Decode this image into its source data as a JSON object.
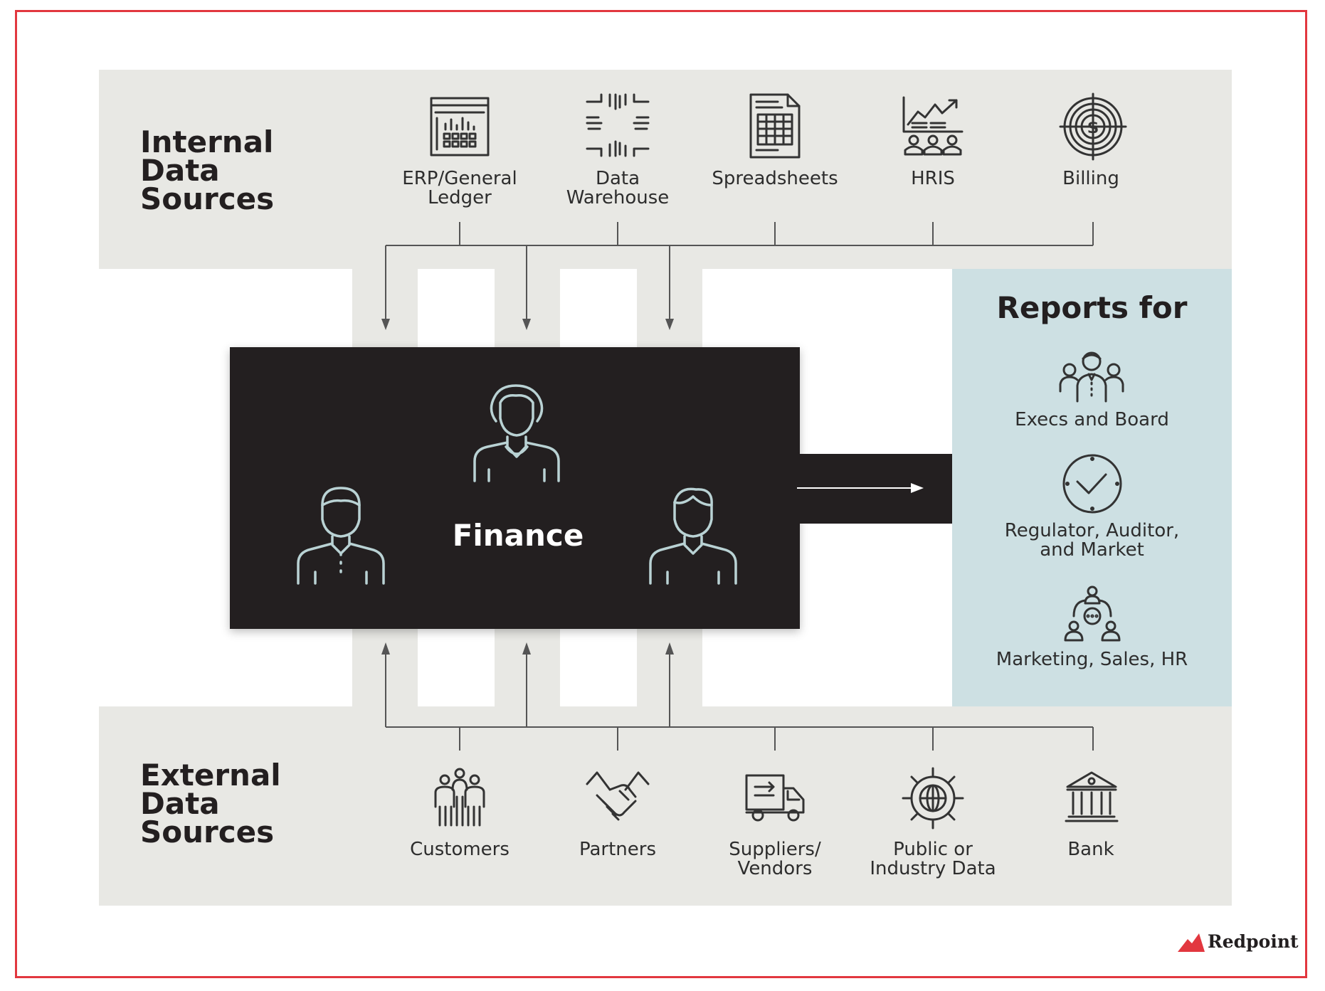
{
  "internal": {
    "title": "Internal\nData\nSources",
    "sources": [
      {
        "label": "ERP/General\nLedger",
        "icon": "ledger-icon"
      },
      {
        "label": "Data\nWarehouse",
        "icon": "data-warehouse-icon"
      },
      {
        "label": "Spreadsheets",
        "icon": "spreadsheet-icon"
      },
      {
        "label": "HRIS",
        "icon": "hris-icon"
      },
      {
        "label": "Billing",
        "icon": "billing-icon"
      }
    ]
  },
  "external": {
    "title": "External\nData\nSources",
    "sources": [
      {
        "label": "Customers",
        "icon": "customers-icon"
      },
      {
        "label": "Partners",
        "icon": "handshake-icon"
      },
      {
        "label": "Suppliers/\nVendors",
        "icon": "delivery-truck-icon"
      },
      {
        "label": "Public or\nIndustry Data",
        "icon": "globe-icon"
      },
      {
        "label": "Bank",
        "icon": "bank-icon"
      }
    ]
  },
  "finance": {
    "label": "Finance"
  },
  "reports": {
    "title": "Reports for",
    "items": [
      {
        "label": "Execs and Board",
        "icon": "executives-icon"
      },
      {
        "label": "Regulator, Auditor,\nand Market",
        "icon": "checkmark-circle-icon"
      },
      {
        "label": "Marketing, Sales, HR",
        "icon": "team-icon"
      }
    ]
  },
  "brand": {
    "name": "Redpoint",
    "accent": "#e2373f"
  }
}
